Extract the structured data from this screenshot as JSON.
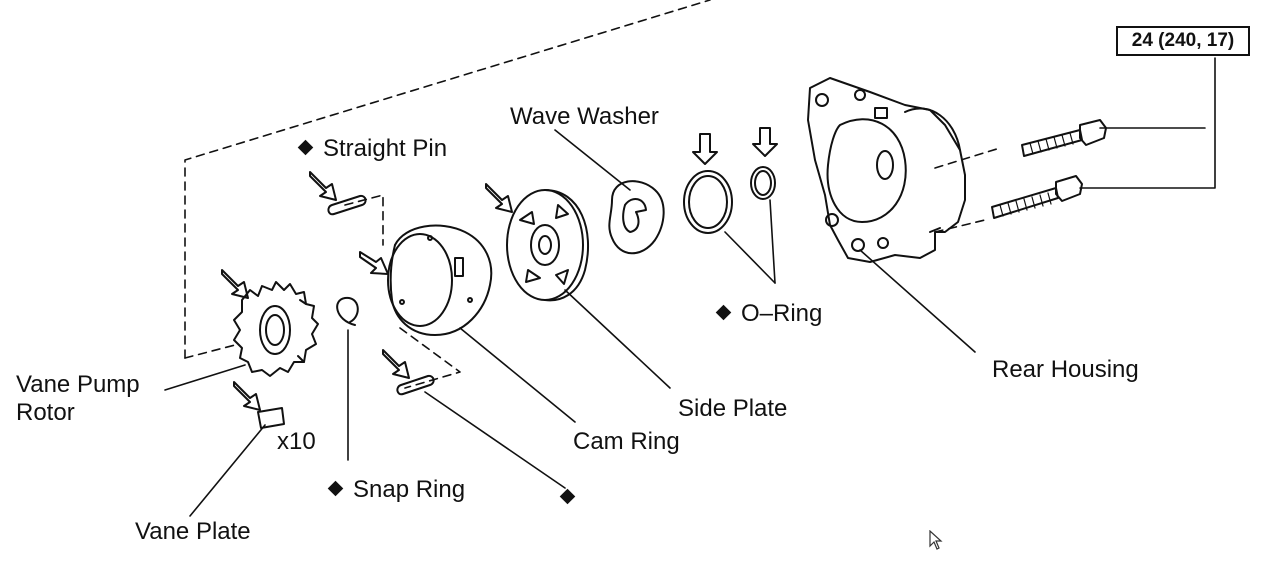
{
  "labels": {
    "straight_pin": "Straight Pin",
    "wave_washer": "Wave Washer",
    "o_ring": "O–Ring",
    "rear_housing": "Rear Housing",
    "side_plate": "Side Plate",
    "cam_ring": "Cam Ring",
    "snap_ring": "Snap Ring",
    "vane_pump_rotor_line1": "Vane Pump",
    "vane_pump_rotor_line2": "Rotor",
    "vane_plate": "Vane Plate",
    "quantity": "x10"
  },
  "torque_spec": "24 (240, 17)",
  "icons": [
    "diamond-icon",
    "arrow-icon",
    "cursor-icon"
  ],
  "colors": {
    "ink": "#111111",
    "background": "#ffffff"
  }
}
